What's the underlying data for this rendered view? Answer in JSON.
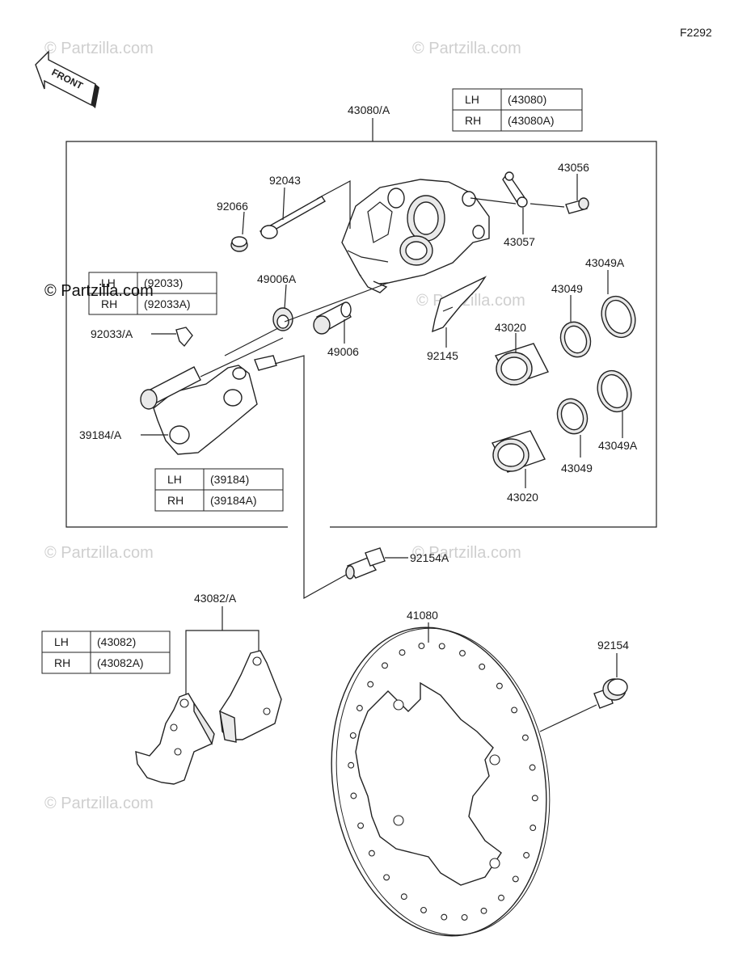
{
  "diagram_code": "F2292",
  "front_label": "FRONT",
  "watermark": "© Partzilla.com",
  "parts": {
    "caliper_assy": "43080/A",
    "pin_92043": "92043",
    "plug_92066": "92066",
    "valve_43056": "43056",
    "cap_43057": "43057",
    "seal_49006A": "49006A",
    "seal_49006": "49006",
    "spring_92145": "92145",
    "clip_92033": "92033/A",
    "bracket_39184": "39184/A",
    "piston_43020_a": "43020",
    "piston_43020_b": "43020",
    "seal_43049_a": "43049",
    "seal_43049_b": "43049",
    "seal_43049A_a": "43049A",
    "seal_43049A_b": "43049A",
    "bolt_92154A": "92154A",
    "pads_43082": "43082/A",
    "disc_41080": "41080",
    "bolt_92154": "92154"
  },
  "tables": {
    "caliper": [
      {
        "side": "LH",
        "code": "(43080)"
      },
      {
        "side": "RH",
        "code": "(43080A)"
      }
    ],
    "clip": [
      {
        "side": "LH",
        "code": "(92033)"
      },
      {
        "side": "RH",
        "code": "(92033A)"
      }
    ],
    "bracket": [
      {
        "side": "LH",
        "code": "(39184)"
      },
      {
        "side": "RH",
        "code": "(39184A)"
      }
    ],
    "pads": [
      {
        "side": "LH",
        "code": "(43082)"
      },
      {
        "side": "RH",
        "code": "(43082A)"
      }
    ]
  }
}
